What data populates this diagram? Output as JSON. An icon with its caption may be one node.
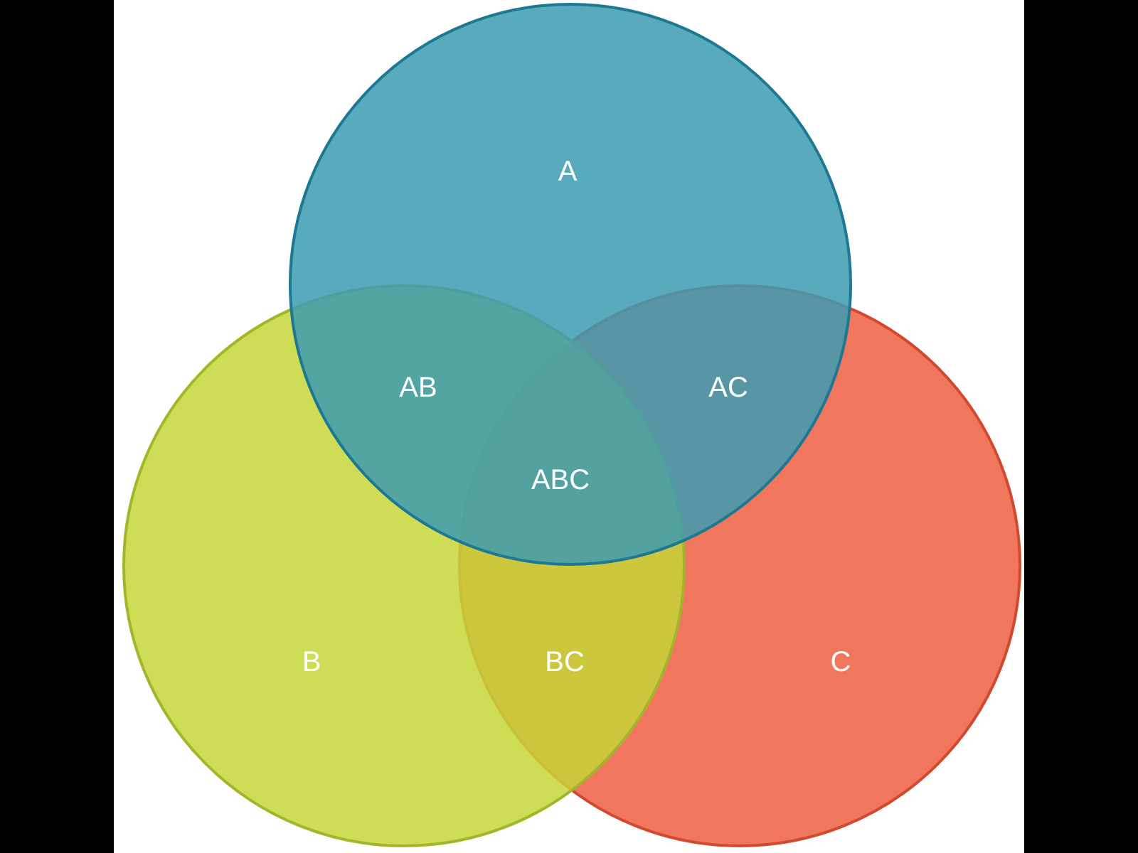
{
  "diagram": {
    "nodes": [
      {
        "text": [
          "A"
        ]
      },
      {
        "text": [
          "B"
        ]
      },
      {
        "text": [
          "C"
        ]
      }
    ],
    "labels": [
      "AB",
      "AC",
      "ABC",
      "BC"
    ]
  }
}
